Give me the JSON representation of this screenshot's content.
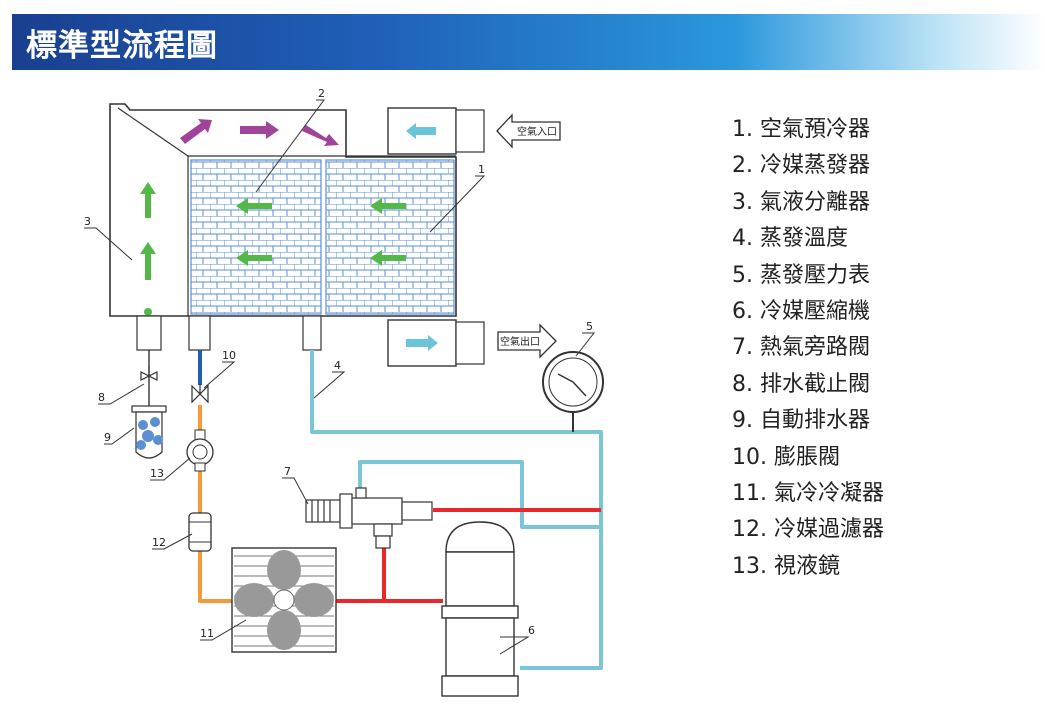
{
  "title": "標準型流程圖",
  "colors": {
    "title_bar_start": "#1a3f8f",
    "title_bar_end": "#bfe4f6",
    "cold_pipe": "#7bc6d6",
    "hot_pipe": "#e8282b",
    "liquid_pipe": "#f59a3a",
    "expansion_pipe": "#1f5fb8",
    "airflow_arrow": "#54b848",
    "hot_air_arrow": "#a0449a",
    "air_in_out_arrow": "#6cc4d8"
  },
  "diagram": {
    "air_inlet_label": "空氣入口",
    "air_outlet_label": "空氣出口",
    "callouts": [
      "1",
      "2",
      "3",
      "4",
      "5",
      "6",
      "7",
      "8",
      "9",
      "10",
      "11",
      "12",
      "13"
    ]
  },
  "legend": [
    "1. 空氣預冷器",
    "2. 冷媒蒸發器",
    "3. 氣液分離器",
    "4. 蒸發溫度",
    "5. 蒸發壓力表",
    "6. 冷媒壓縮機",
    "7. 熱氣旁路閥",
    "8. 排水截止閥",
    "9. 自動排水器",
    "10. 膨脹閥",
    "11. 氣冷冷凝器",
    "12. 冷媒過濾器",
    "13. 視液鏡"
  ]
}
